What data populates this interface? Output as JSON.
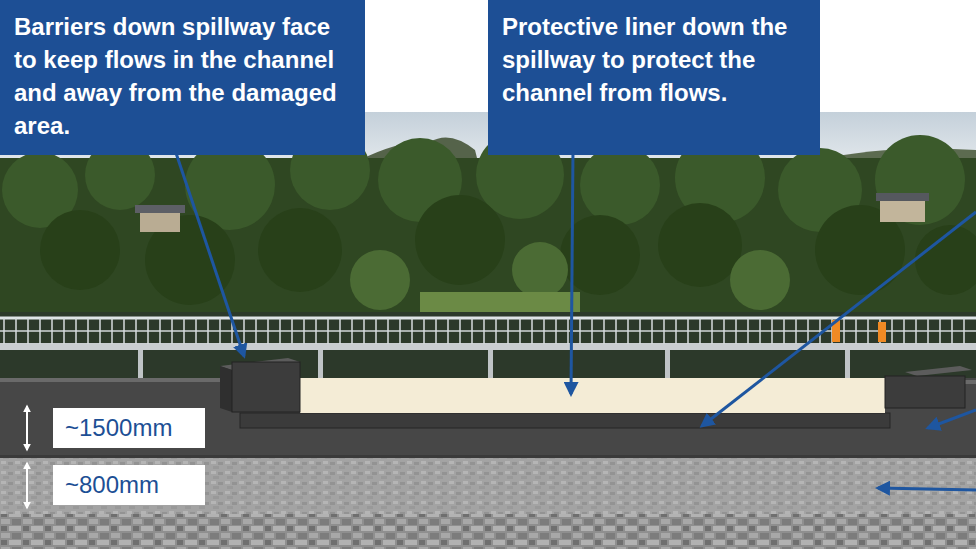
{
  "diagram": {
    "nodes": [
      {
        "text": [
          "Barriers down spillway face to keep flows in the channel and away from the damaged area."
        ]
      },
      {
        "text": [
          "Protective liner down the spillway to protect the channel from flows."
        ]
      },
      {
        "text": [
          "~1500mm"
        ]
      },
      {
        "text": [
          "~800mm"
        ]
      }
    ]
  }
}
